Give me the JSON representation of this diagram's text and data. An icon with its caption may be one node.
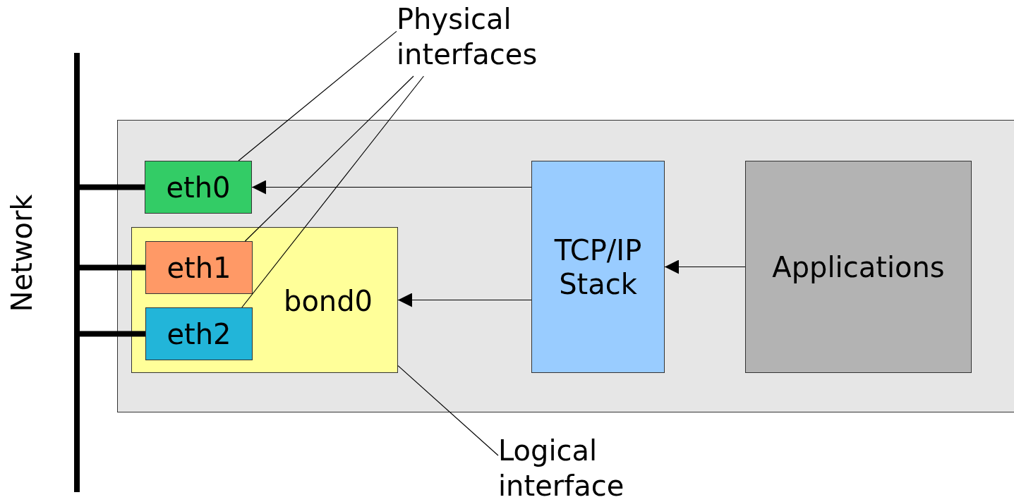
{
  "diagram": {
    "nodes": [
      {
        "text": [
          "Physical interfaces"
        ]
      },
      {
        "text": [
          "Network"
        ]
      },
      {
        "text": [],
        "shape": "box"
      },
      {
        "text": [
          "eth0"
        ],
        "in": 2
      },
      {
        "text": [
          "bond0"
        ],
        "in": 2
      },
      {
        "text": [
          "eth1"
        ],
        "in": 4
      },
      {
        "text": [
          "eth2"
        ],
        "in": 4
      },
      {
        "text": [
          "TCP/IP Stack"
        ],
        "in": 2
      },
      {
        "text": [
          "Applications"
        ],
        "in": 2
      },
      {
        "text": [
          "Logical interface"
        ]
      }
    ],
    "edges": [
      {
        "from": 1,
        "to": 3,
        "arrow": "none",
        "style": "thick"
      },
      {
        "from": 1,
        "to": 5,
        "arrow": "none",
        "style": "thick"
      },
      {
        "from": 1,
        "to": 6,
        "arrow": "none",
        "style": "thick"
      },
      {
        "from": 8,
        "to": 7,
        "arrow": "to"
      },
      {
        "from": 7,
        "to": 3,
        "arrow": "to"
      },
      {
        "from": 7,
        "to": 4,
        "arrow": "to"
      },
      {
        "from": 0,
        "to": 3,
        "arrow": "none"
      },
      {
        "from": 0,
        "to": 5,
        "arrow": "none"
      },
      {
        "from": 0,
        "to": 6,
        "arrow": "none"
      },
      {
        "from": 9,
        "to": 4,
        "arrow": "none"
      }
    ]
  }
}
